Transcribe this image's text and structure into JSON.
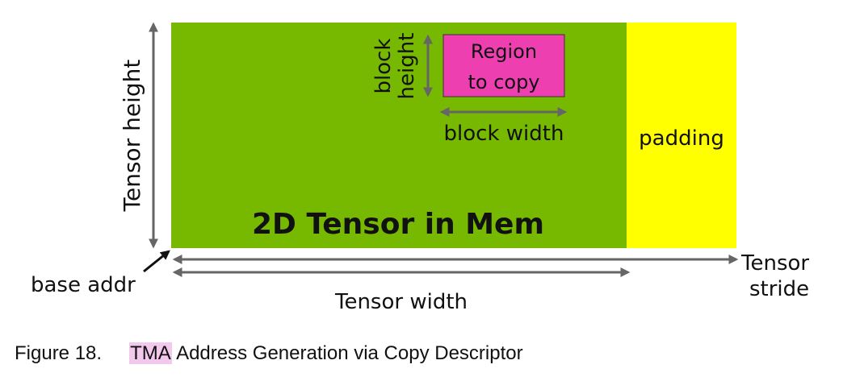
{
  "diagram": {
    "main_label": "2D Tensor in Mem",
    "region_label_line1": "Region",
    "region_label_line2": "to copy",
    "padding_label": "padding",
    "block_height_line1": "block",
    "block_height_line2": "height",
    "block_width_label": "block width",
    "tensor_height_label": "Tensor height",
    "tensor_width_label": "Tensor width",
    "tensor_stride_line1": "Tensor",
    "tensor_stride_line2": "stride",
    "base_addr_label": "base addr",
    "colors": {
      "tensor": "#76b900",
      "padding": "#ffff00",
      "region": "#ee3fb0",
      "arrow": "#666666"
    }
  },
  "caption": {
    "figure_number": "Figure 18.",
    "highlight": "TMA",
    "text": " Address Generation via Copy Descriptor"
  }
}
